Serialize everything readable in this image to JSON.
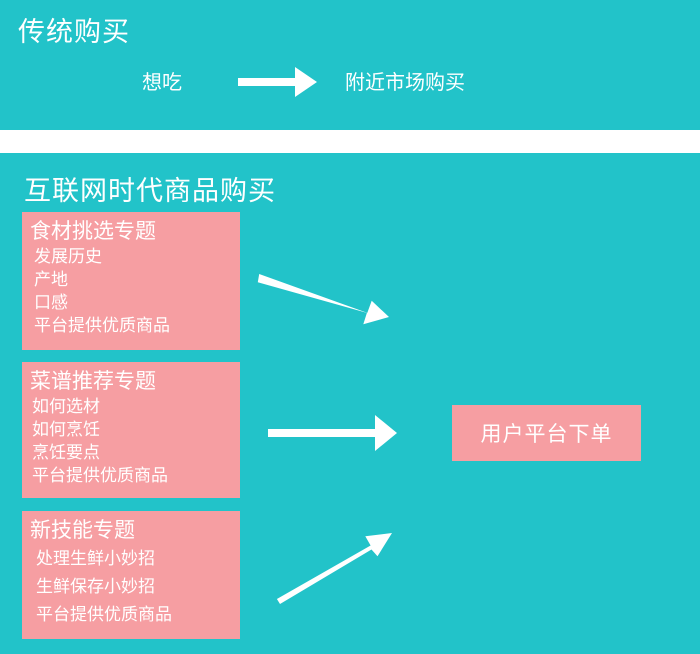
{
  "traditional": {
    "title": "传统购买",
    "from": "想吃",
    "to": "附近市场购买"
  },
  "internet": {
    "title": "互联网时代商品购买",
    "topics": [
      {
        "title": "食材挑选专题",
        "items": [
          "发展历史",
          "产地",
          "口感",
          "平台提供优质商品"
        ]
      },
      {
        "title": "菜谱推荐专题",
        "items": [
          "如何选材",
          "如何烹饪",
          "烹饪要点",
          "平台提供优质商品"
        ]
      },
      {
        "title": "新技能专题",
        "items": [
          "处理生鲜小妙招",
          "生鲜保存小妙招",
          "平台提供优质商品"
        ]
      }
    ],
    "result": "用户平台下单"
  },
  "colors": {
    "teal_background": "#22c3c9",
    "box_pink": "#f69ea2",
    "text": "#ffffff",
    "arrow": "#ffffff"
  }
}
